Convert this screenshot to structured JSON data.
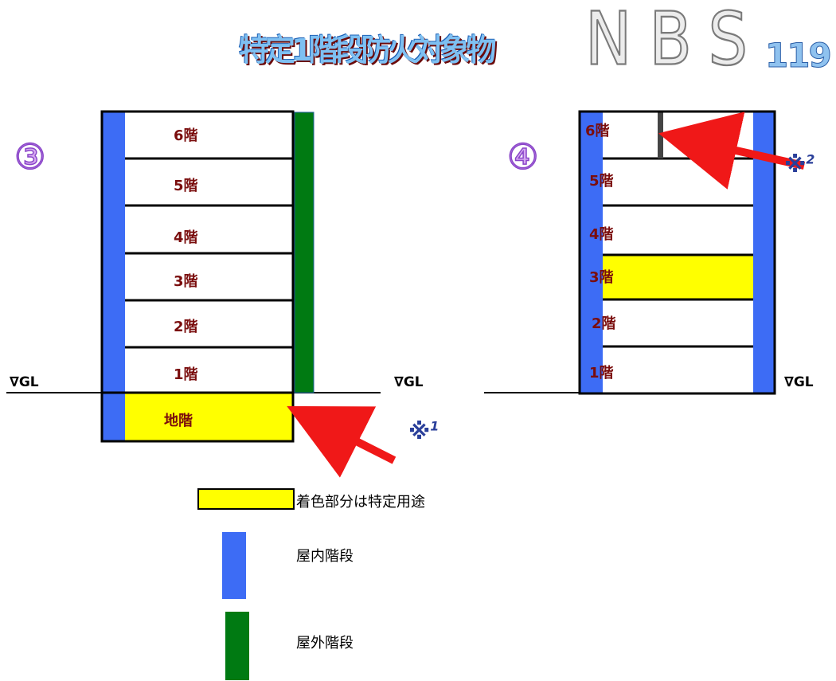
{
  "header": {
    "title": "特定1階段防火対象物",
    "logo_main": "NBS",
    "logo_sub": "119"
  },
  "diagram_left": {
    "label": "③",
    "floors": [
      "6階",
      "5階",
      "4階",
      "3階",
      "2階",
      "1階",
      "地階"
    ],
    "specific_use_floor": "地階",
    "ground_label": "∇GL",
    "note_mark": "※",
    "note_number": "1"
  },
  "diagram_right": {
    "label": "④",
    "floors": [
      "6階",
      "5階",
      "4階",
      "3階",
      "2階",
      "1階"
    ],
    "specific_use_floor": "3階",
    "ground_label_left": "∇GL",
    "ground_label_right": "∇GL",
    "note_mark": "※",
    "note_number": "2"
  },
  "legend": {
    "specific_use": "着色部分は特定用途",
    "indoor_stairs": "屋内階段",
    "outdoor_stairs": "屋外階段"
  },
  "colors": {
    "indoor_stairs": "#3d6cf5",
    "outdoor_stairs": "#007a12",
    "specific_use": "#ffff00",
    "floor_text": "#7a0d0d",
    "arrow": "#f01818"
  }
}
